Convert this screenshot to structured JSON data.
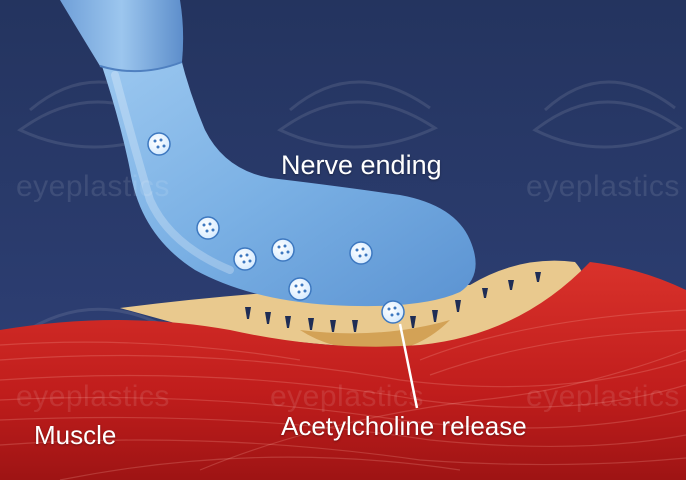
{
  "labels": {
    "nerve_ending": "Nerve ending",
    "muscle": "Muscle",
    "acetylcholine_release": "Acetylcholine release"
  },
  "watermark": "eyeplastics",
  "colors": {
    "background": "#2a3a66",
    "nerve": "#7fb4e6",
    "muscle": "#c8201e",
    "endplate": "#e9c98e",
    "label_text": "#ffffff"
  }
}
